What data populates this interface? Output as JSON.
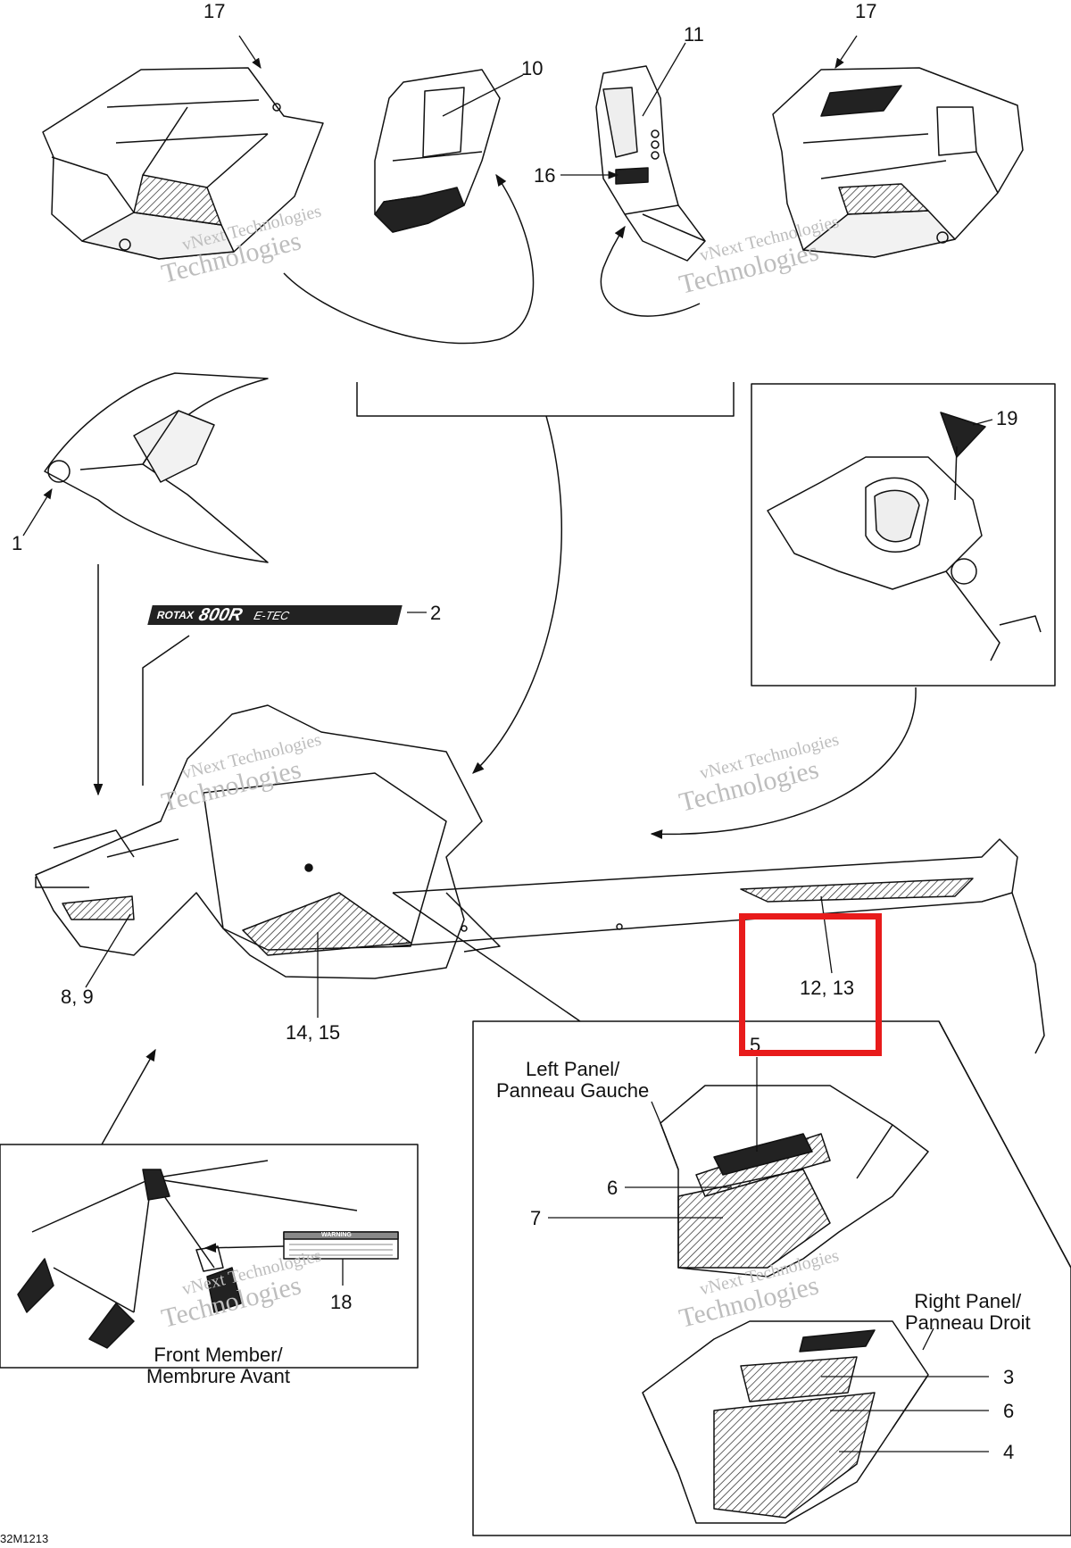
{
  "callouts": {
    "c17a": "17",
    "c10": "10",
    "c11": "11",
    "c17b": "17",
    "c16": "16",
    "c19": "19",
    "c1": "1",
    "c2": "2",
    "c8_9": "8, 9",
    "c14_15": "14, 15",
    "c12_13": "12, 13",
    "c5": "5",
    "c6a": "6",
    "c7": "7",
    "c18": "18",
    "c3": "3",
    "c6b": "6",
    "c4": "4"
  },
  "captions": {
    "left_panel_en": "Left Panel/",
    "left_panel_fr": "Panneau Gauche",
    "right_panel_en": "Right Panel/",
    "right_panel_fr": "Panneau Droit",
    "front_member_en": "Front Member/",
    "front_member_fr": "Membrure Avant"
  },
  "decal": {
    "brand": "ROTAX",
    "model": "800R",
    "suffix": "E-TEC",
    "warning_title": "WARNING"
  },
  "watermark": {
    "line1": "vNext Technologies",
    "line2": "Technologies"
  },
  "figure_code": "32M1213",
  "colors": {
    "highlight": "#e81b1b",
    "ink": "#111111",
    "watermark": "#bdbdbd"
  }
}
